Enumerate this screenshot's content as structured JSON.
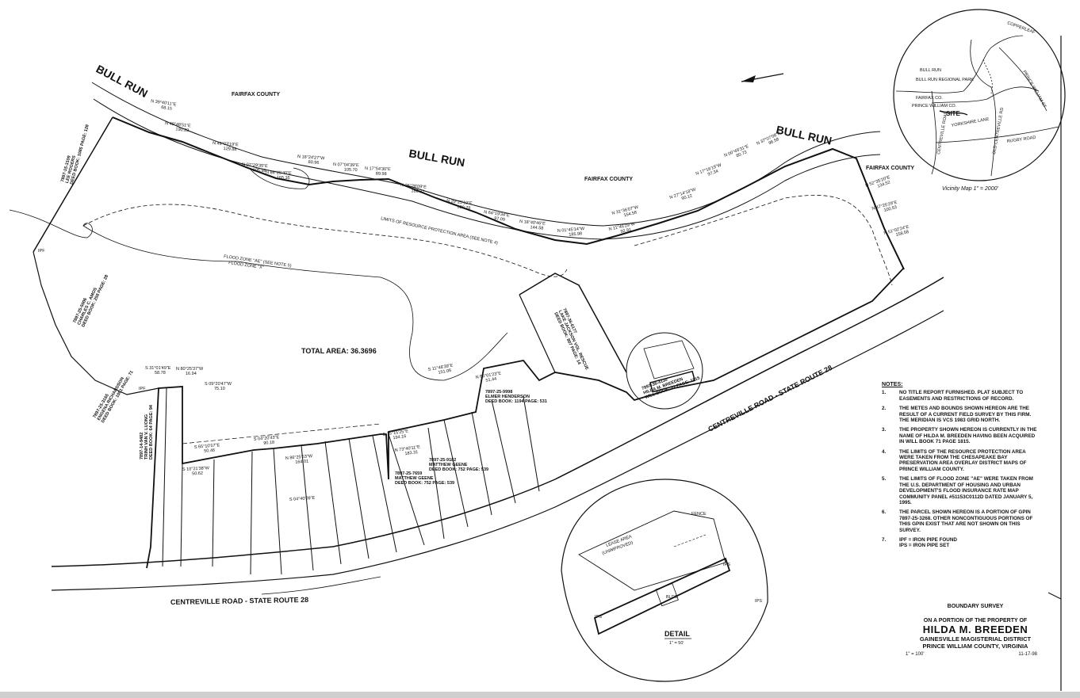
{
  "plat": {
    "stream_name": "BULL RUN",
    "county": "FAIRFAX COUNTY",
    "road_name": "CENTREVILLE ROAD - STATE ROUTE 28",
    "total_area": "TOTAL AREA: 36.3696",
    "rpa_label": "LIMITS OF RESOURCE PROTECTION AREA (SEE NOTE 4)",
    "flood_ae": "FLOOD ZONE \"AE\" (SEE NOTE 5)",
    "flood_x": "FLOOD ZONE \"X\"",
    "detail_label": "DETAIL",
    "detail_scale": "1\" = 50'",
    "detail_lease_area": "LEASE AREA",
    "detail_unimproved": "(UNIMPROVED)",
    "detail_fence": "FENCE",
    "detail_bldg": "BLDG",
    "ipf": "IPF",
    "ips": "IPS",
    "bearings": [
      {
        "text": "N 39°40'11\"E",
        "dist": "68.15"
      },
      {
        "text": "N 49°48'51\"E",
        "dist": "190.29"
      },
      {
        "text": "N 49°03'19\"E",
        "dist": "129.88"
      },
      {
        "text": "N 07°29'35\"E",
        "dist": "105.98"
      },
      {
        "text": "N 86°25'40\"E",
        "dist": "165.35"
      },
      {
        "text": "N 18°24'27\"W",
        "dist": "80.96"
      },
      {
        "text": "N 07°04'39\"E",
        "dist": "105.70"
      },
      {
        "text": "N 17°54'30\"E",
        "dist": "89.98"
      },
      {
        "text": "N 26°28'09\"E",
        "dist": "180.32"
      },
      {
        "text": "N 29°25'19\"E",
        "dist": "180.29"
      },
      {
        "text": "N 64°19'34\"E",
        "dist": "97.09"
      },
      {
        "text": "N 18°40'46\"E",
        "dist": "144.58"
      },
      {
        "text": "N 01°45'14\"W",
        "dist": "185.98"
      },
      {
        "text": "N 11°45'29\"W",
        "dist": "92.91"
      },
      {
        "text": "N 31°36'07\"W",
        "dist": "154.58"
      },
      {
        "text": "N 27°14'18\"W",
        "dist": "90.12"
      },
      {
        "text": "N 17°16'15\"W",
        "dist": "97.34"
      },
      {
        "text": "N 00°49'31\"E",
        "dist": "80.73"
      },
      {
        "text": "N 37°07'08\"E",
        "dist": "96.58"
      },
      {
        "text": "N 52°35'20\"E",
        "dist": "134.52"
      },
      {
        "text": "N 47°25'29\"E",
        "dist": "100.53"
      },
      {
        "text": "N 51°02'24\"E",
        "dist": "158.58"
      }
    ],
    "lot_lines": [
      {
        "text": "S 31°01'49\"E",
        "dist": "58.78"
      },
      {
        "text": "N 80°25'37\"W",
        "dist": "16.94"
      },
      {
        "text": "S 09°20'47\"W",
        "dist": "75.10"
      },
      {
        "text": "S 65°10'57\"E",
        "dist": "50.46"
      },
      {
        "text": "S 04°20'43\"E",
        "dist": "90.18"
      },
      {
        "text": "S 10°21'38\"W",
        "dist": "50.62"
      },
      {
        "text": "N 86°25'53\"W",
        "dist": "164.01"
      },
      {
        "text": "S 04°40'09\"E"
      },
      {
        "text": "S 15°15'25\"E",
        "dist": "194.16"
      },
      {
        "text": "N 73°40'11\"E",
        "dist": "183.31"
      },
      {
        "text": "N 66°01'23\"E",
        "dist": "51.44"
      },
      {
        "text": "S 11°48'39\"E",
        "dist": "151.06"
      }
    ],
    "owners": [
      {
        "pin": "7897-25-9998",
        "name": "ELMER HENDERSON",
        "deed": "DEED BOOK: 1194 PAGE: 531"
      },
      {
        "pin": "7897-25-9182",
        "name": "MATTHEW GEENE",
        "deed": "DEED BOOK: 752 PAGE: 539"
      },
      {
        "pin": "7897-25-7659",
        "name": "MATTHEW GEENE",
        "deed": "DEED BOOK: 752 PAGE: 539"
      },
      {
        "pin": "7897-14-9482",
        "name": "TRINH VAN V. LUONG",
        "deed": "DEED BOOK: 64 PAGE: 94"
      },
      {
        "pin": "7897-25-3165",
        "name": "ENGENA RICHARDSON",
        "deed": "DEED BOOK: 1001 PAGE: 71"
      },
      {
        "pin": "7897-25-5006",
        "name": "CHARLES C. AMOS",
        "deed": "DEED BOOK: 258 PAGE: 28"
      },
      {
        "pin": "7897-15-3109",
        "name": "LEE ROGERS",
        "deed": "DEED BOOK: 1085 PAGE: 128"
      },
      {
        "pin": "7897-36-0177",
        "name": "LAKE JACKSON VOL. RESCUE",
        "deed": "DEED BOOK: 807 PAGE: 14"
      },
      {
        "pin": "7897-36-4130",
        "name": "HILDA M. BREEDEN",
        "deed": "WILL BOOK: 71 PAGE: 1815"
      }
    ],
    "vicinity": {
      "title": "Vicinity Map 1\" = 2000'",
      "site": "SITE",
      "park": "BULL RUN REGIONAL PARK",
      "bull_run": "BULL RUN",
      "fairfax": "FAIRFAX CO.",
      "pw": "PRINCE WILLIAM CO.",
      "road1": "CENTREVILLE ROAD",
      "road2": "YORKSHIRE LANE",
      "road3": "RUGBY ROAD",
      "road4": "OLD CENTREVILLE RD",
      "road5": "PRINCE WILLIAM ST",
      "road6": "COPPERLEAF"
    }
  },
  "notes": {
    "header": "NOTES:",
    "items": [
      {
        "num": "1.",
        "text": "NO TITLE REPORT FURNISHED. PLAT SUBJECT TO EASEMENTS AND RESTRICTIONS OF RECORD."
      },
      {
        "num": "2.",
        "text": "THE METES AND BOUNDS SHOWN HEREON ARE THE RESULT OF A CURRENT FIELD SURVEY BY THIS FIRM. THE MERIDIAN IS VCS 1983 GRID NORTH."
      },
      {
        "num": "3.",
        "text": "THE PROPERTY SHOWN HEREON IS CURRENTLY IN THE NAME OF HILDA M. BREEDEN HAVING BEEN ACQUIRED IN WILL BOOK 71 PAGE 1815."
      },
      {
        "num": "4.",
        "text": "THE LIMITS OF THE RESOURCE PROTECTION AREA WERE TAKEN FROM THE CHESAPEAKE BAY PRESERVATION AREA OVERLAY DISTRICT MAPS OF PRINCE WILLIAM COUNTY."
      },
      {
        "num": "5.",
        "text": "THE LIMITS OF FLOOD ZONE \"AE\" WERE TAKEN FROM THE U.S. DEPARTMENT OF HOUSING AND URBAN DEVELOPMENT'S FLOOD INSURANCE RATE MAP COMMUNITY PANEL #51153C0112D DATED JANUARY 5, 1995."
      },
      {
        "num": "6.",
        "text": "THE PARCEL SHOWN HEREON IS A PORTION OF GPIN 7897-25-3268. OTHER NONCONTIGUOUS PORTIONS OF THIS GPIN EXIST THAT ARE NOT SHOWN ON THIS SURVEY."
      }
    ],
    "legend_num": "7.",
    "legend_ipf": "IPF = IRON PIPE FOUND",
    "legend_ips": "IPS = IRON PIPE SET"
  },
  "title_block": {
    "survey_type": "BOUNDARY SURVEY",
    "line1": "ON A PORTION OF THE PROPERTY OF",
    "owner": "HILDA M. BREEDEN",
    "district": "GAINESVILLE MAGISTERIAL DISTRICT",
    "county": "PRINCE WILLIAM COUNTY, VIRGINIA",
    "scale": "1\" = 100'",
    "date": "11-17-98"
  }
}
